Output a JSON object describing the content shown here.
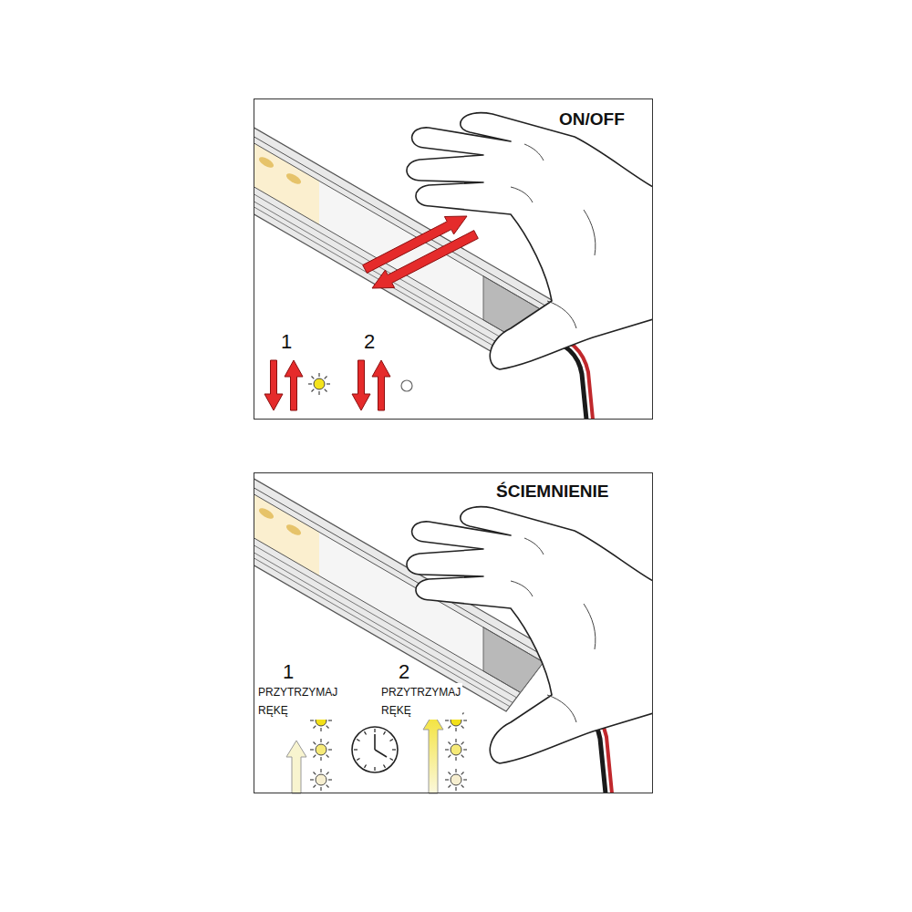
{
  "diagram": {
    "nodes": [
      {
        "text": [
          "ON/OFF",
          "1",
          "2"
        ]
      },
      {
        "text": [
          "ŚCIEMNIENIE",
          "1",
          "PRZYTRZYMAJ RĘKĘ",
          "2",
          "PRZYTRZYMAJ RĘKĘ"
        ]
      }
    ]
  }
}
